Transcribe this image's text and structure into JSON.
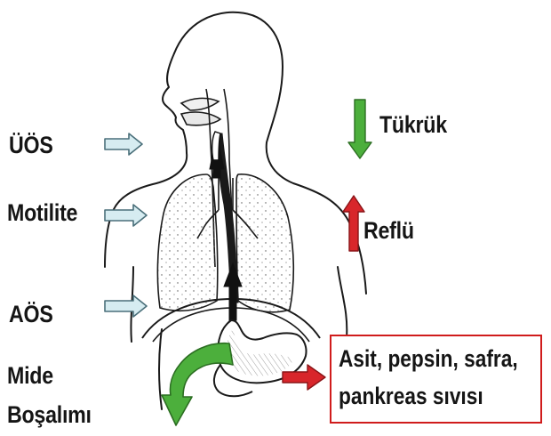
{
  "labels": {
    "uos": "ÜÖS",
    "motilite": "Motilite",
    "aos": "AÖS",
    "mide_line1": "Mide",
    "mide_line2": "Boşalımı",
    "tukruk": "Tükrük",
    "reflu": "Reflü"
  },
  "content_box": {
    "line1": "Asit, pepsin, safra,",
    "line2": "pankreas sıvısı"
  },
  "colors": {
    "outline": "#1a1a1a",
    "light_blue_arrow_fill": "#d6ecf1",
    "light_blue_arrow_stroke": "#4a6f7a",
    "green_arrow": "#4caf3c",
    "red_arrow": "#d8262b",
    "box_border": "#d01c1c"
  },
  "icons": {
    "down_arrow": "green-down-arrow-icon",
    "up_arrow": "red-up-arrow-icon",
    "curved_arrow": "green-curved-arrow-icon",
    "right_arrow": "red-right-arrow-icon",
    "pointer_arrows": "light-blue-arrow-icon"
  }
}
